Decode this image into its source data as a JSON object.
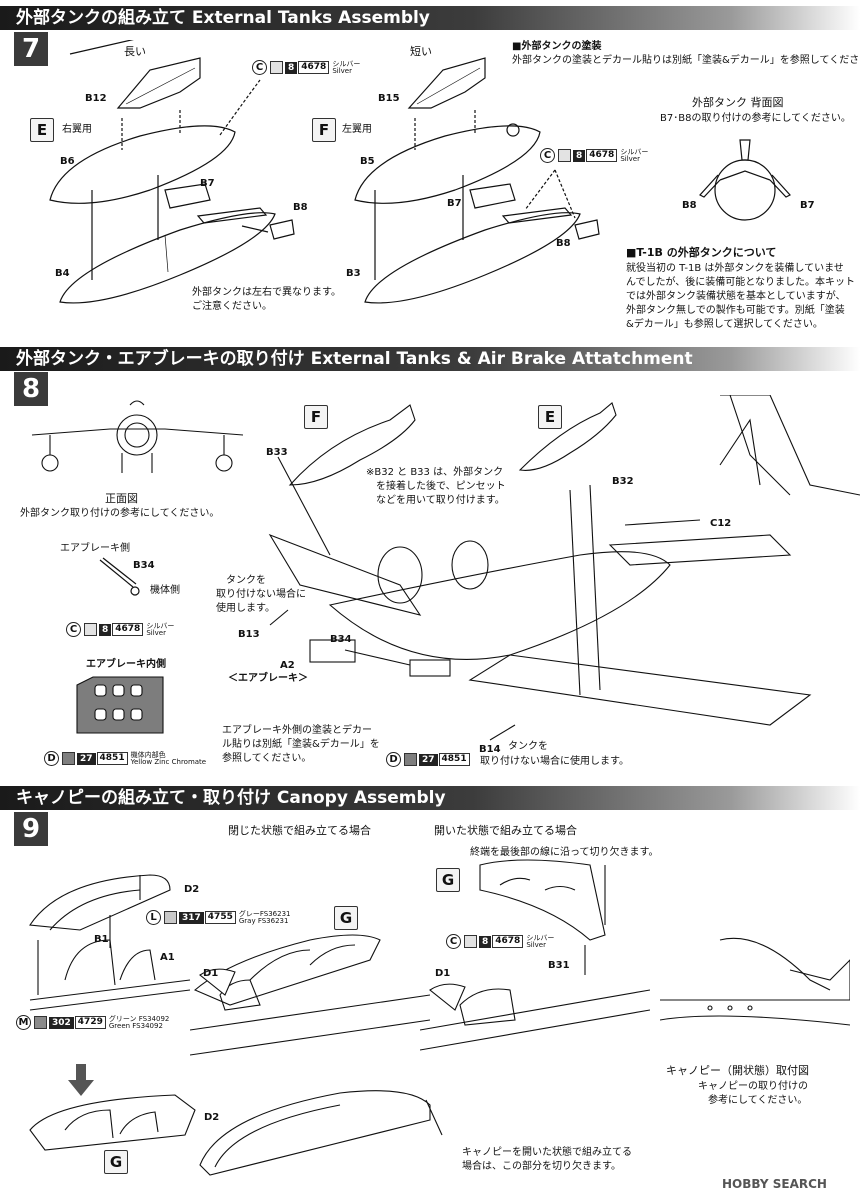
{
  "step7": {
    "banner": "外部タンクの組み立て External Tanks Assembly",
    "number": "7",
    "long_label": "長い",
    "short_label": "短い",
    "part_b12": "B12",
    "part_b6": "B6",
    "part_b7": "B7",
    "part_b8": "B8",
    "part_b4": "B4",
    "part_b15": "B15",
    "part_b5": "B5",
    "part_b3": "B3",
    "box_e": "E",
    "right_wing": "右翼用",
    "box_f": "F",
    "left_wing": "左翼用",
    "warn_line1": "外部タンクは左右で異なります。",
    "warn_line2": "ご注意ください。",
    "paint_heading": "■外部タンクの塗装",
    "paint_note": "外部タンクの塗装とデカール貼りは別紙「塗装&デカール」を参照してください。",
    "rear_title": "外部タンク 背面図",
    "rear_note": "B7･B8の取り付けの参考にしてください。",
    "t1b_heading": "■T-1B の外部タンクについて",
    "t1b_l1": "就役当初の T-1B は外部タンクを装備していませ",
    "t1b_l2": "んでしたが、後に装備可能となりました。本キット",
    "t1b_l3": "では外部タンク装備状態を基本としていますが、",
    "t1b_l4": "外部タンク無しでの製作も可能です。別紙「塗装",
    "t1b_l5": "&デカール」も参照して選択してください。"
  },
  "step8": {
    "banner": "外部タンク・エアブレーキの取り付け External Tanks & Air Brake Attatchment",
    "number": "8",
    "front_title": "正面図",
    "front_note": "外部タンク取り付けの参考にしてください。",
    "airbrake_side": "エアブレーキ側",
    "b34": "B34",
    "body_side": "機体側",
    "airbrake_inner": "エアブレーキ内側",
    "interior_color": "機体内部色",
    "interior_color_en": "Yellow Zinc Chromate",
    "box_f": "F",
    "box_e": "E",
    "b33": "B33",
    "b32": "B32",
    "c12": "C12",
    "b32b33_l1": "※B32 と B33 は、外部タンク",
    "b32b33_l2": "を接着した後で、ピンセット",
    "b32b33_l3": "などを用いて取り付けます。",
    "tank_l1": "タンクを",
    "tank_l2": "取り付けない場合に",
    "tank_l3": "使用します。",
    "b13": "B13",
    "a2": "A2",
    "b34b": "B34",
    "airbrake_label": "＜エアブレーキ＞",
    "airbrake_paint_l1": "エアブレーキ外側の塗装とデカー",
    "airbrake_paint_l2": "ル貼りは別紙「塗装&デカール」を",
    "airbrake_paint_l3": "参照してください。",
    "b14": "B14",
    "tank2_l1": "タンクを",
    "tank2_l2": "取り付けない場合に使用します。"
  },
  "step9": {
    "banner": "キャノピーの組み立て・取り付け Canopy Assembly",
    "number": "9",
    "closed": "閉じた状態で組み立てる場合",
    "opened": "開いた状態で組み立てる場合",
    "cut_note": "終端を最後部の線に沿って切り欠きます。",
    "d2": "D2",
    "b1": "B1",
    "a1": "A1",
    "d1": "D1",
    "d1b": "D1",
    "b31": "B31",
    "d2b": "D2",
    "box_g": "G",
    "open_title": "キャノピー（開状態）取付図",
    "open_note_l1": "キャノピーの取り付けの",
    "open_note_l2": "参考にしてください。",
    "cutout_l1": "キャノピーを開いた状態で組み立てる",
    "cutout_l2": "場合は、この部分を切り欠きます。"
  },
  "paints": {
    "silver": {
      "letter": "C",
      "num": "8",
      "code": "4678",
      "name": "シルバー",
      "name_en": "Silver",
      "color": "#d8d8d8"
    },
    "yzc": {
      "letter": "D",
      "num": "27",
      "code": "4851",
      "color": "#7f7f7f"
    },
    "gray": {
      "letter": "L",
      "num": "317",
      "code": "4755",
      "name": "グレーFS36231",
      "name_en": "Gray FS36231",
      "color": "#c9c9c9"
    },
    "green": {
      "letter": "M",
      "num": "302",
      "code": "4729",
      "name": "グリーン FS34092",
      "name_en": "Green FS34092",
      "color": "#8a8a8a"
    }
  },
  "watermark": "HOBBY SEARCH"
}
